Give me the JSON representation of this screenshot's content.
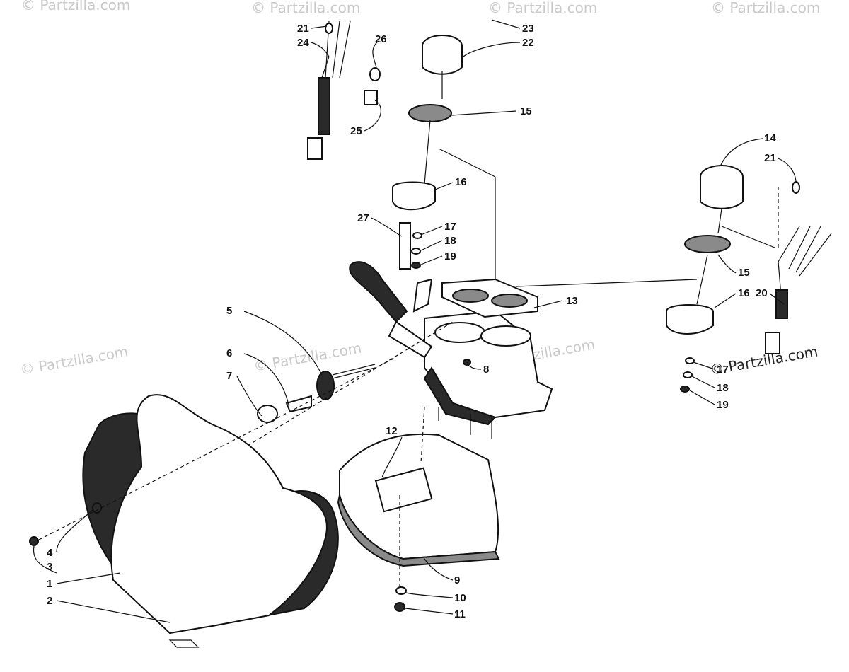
{
  "watermark": "© Partzilla.com",
  "callouts": [
    "1",
    "2",
    "3",
    "4",
    "5",
    "6",
    "7",
    "8",
    "9",
    "10",
    "11",
    "12",
    "13",
    "14",
    "15",
    "15",
    "16",
    "16",
    "17",
    "17",
    "18",
    "18",
    "19",
    "19",
    "20",
    "21",
    "21",
    "22",
    "23",
    "24",
    "25",
    "26",
    "27"
  ],
  "colors": {
    "ink": "#111111",
    "paper": "#ffffff",
    "watermark": "#c9c9c9"
  }
}
